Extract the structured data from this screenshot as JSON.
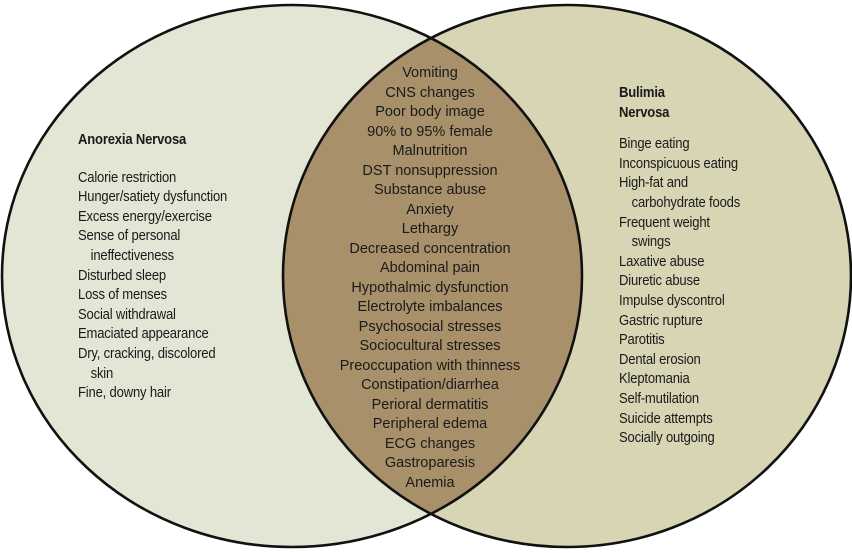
{
  "diagram": {
    "type": "venn",
    "colors": {
      "left_fill": "#e3e6d4",
      "right_fill": "#d8d5b5",
      "overlap_fill": "#a8916a",
      "outline": "#111111",
      "text": "#1a1a1a"
    },
    "left": {
      "title": "Anorexia Nervosa",
      "items": [
        {
          "text": "Calorie restriction"
        },
        {
          "text": "Hunger/satiety dysfunction"
        },
        {
          "text": "Excess energy/exercise"
        },
        {
          "text": "Sense of personal",
          "cont": "ineffectiveness"
        },
        {
          "text": "Disturbed sleep"
        },
        {
          "text": "Loss of menses"
        },
        {
          "text": "Social withdrawal"
        },
        {
          "text": "Emaciated appearance"
        },
        {
          "text": "Dry, cracking, discolored",
          "cont": "skin"
        },
        {
          "text": "Fine, downy hair"
        }
      ]
    },
    "right": {
      "title_line1": "Bulimia",
      "title_line2": "Nervosa",
      "items": [
        {
          "text": "Binge eating"
        },
        {
          "text": "Inconspicuous eating"
        },
        {
          "text": "High-fat and",
          "cont": "carbohydrate foods"
        },
        {
          "text": "Frequent weight",
          "cont": "swings"
        },
        {
          "text": "Laxative abuse"
        },
        {
          "text": "Diuretic abuse"
        },
        {
          "text": "Impulse dyscontrol"
        },
        {
          "text": "Gastric rupture"
        },
        {
          "text": "Parotitis"
        },
        {
          "text": "Dental erosion"
        },
        {
          "text": "Kleptomania"
        },
        {
          "text": "Self-mutilation"
        },
        {
          "text": "Suicide attempts"
        },
        {
          "text": "Socially outgoing"
        }
      ]
    },
    "overlap": {
      "items": [
        "Vomiting",
        "CNS changes",
        "Poor body image",
        "90% to 95% female",
        "Malnutrition",
        "DST nonsuppression",
        "Substance abuse",
        "Anxiety",
        "Lethargy",
        "Decreased concentration",
        "Abdominal pain",
        "Hypothalmic dysfunction",
        "Electrolyte imbalances",
        "Psychosocial stresses",
        "Sociocultural stresses",
        "Preoccupation with thinness",
        "Constipation/diarrhea",
        "Perioral dermatitis",
        "Peripheral edema",
        "ECG changes",
        "Gastroparesis",
        "Anemia"
      ]
    }
  }
}
